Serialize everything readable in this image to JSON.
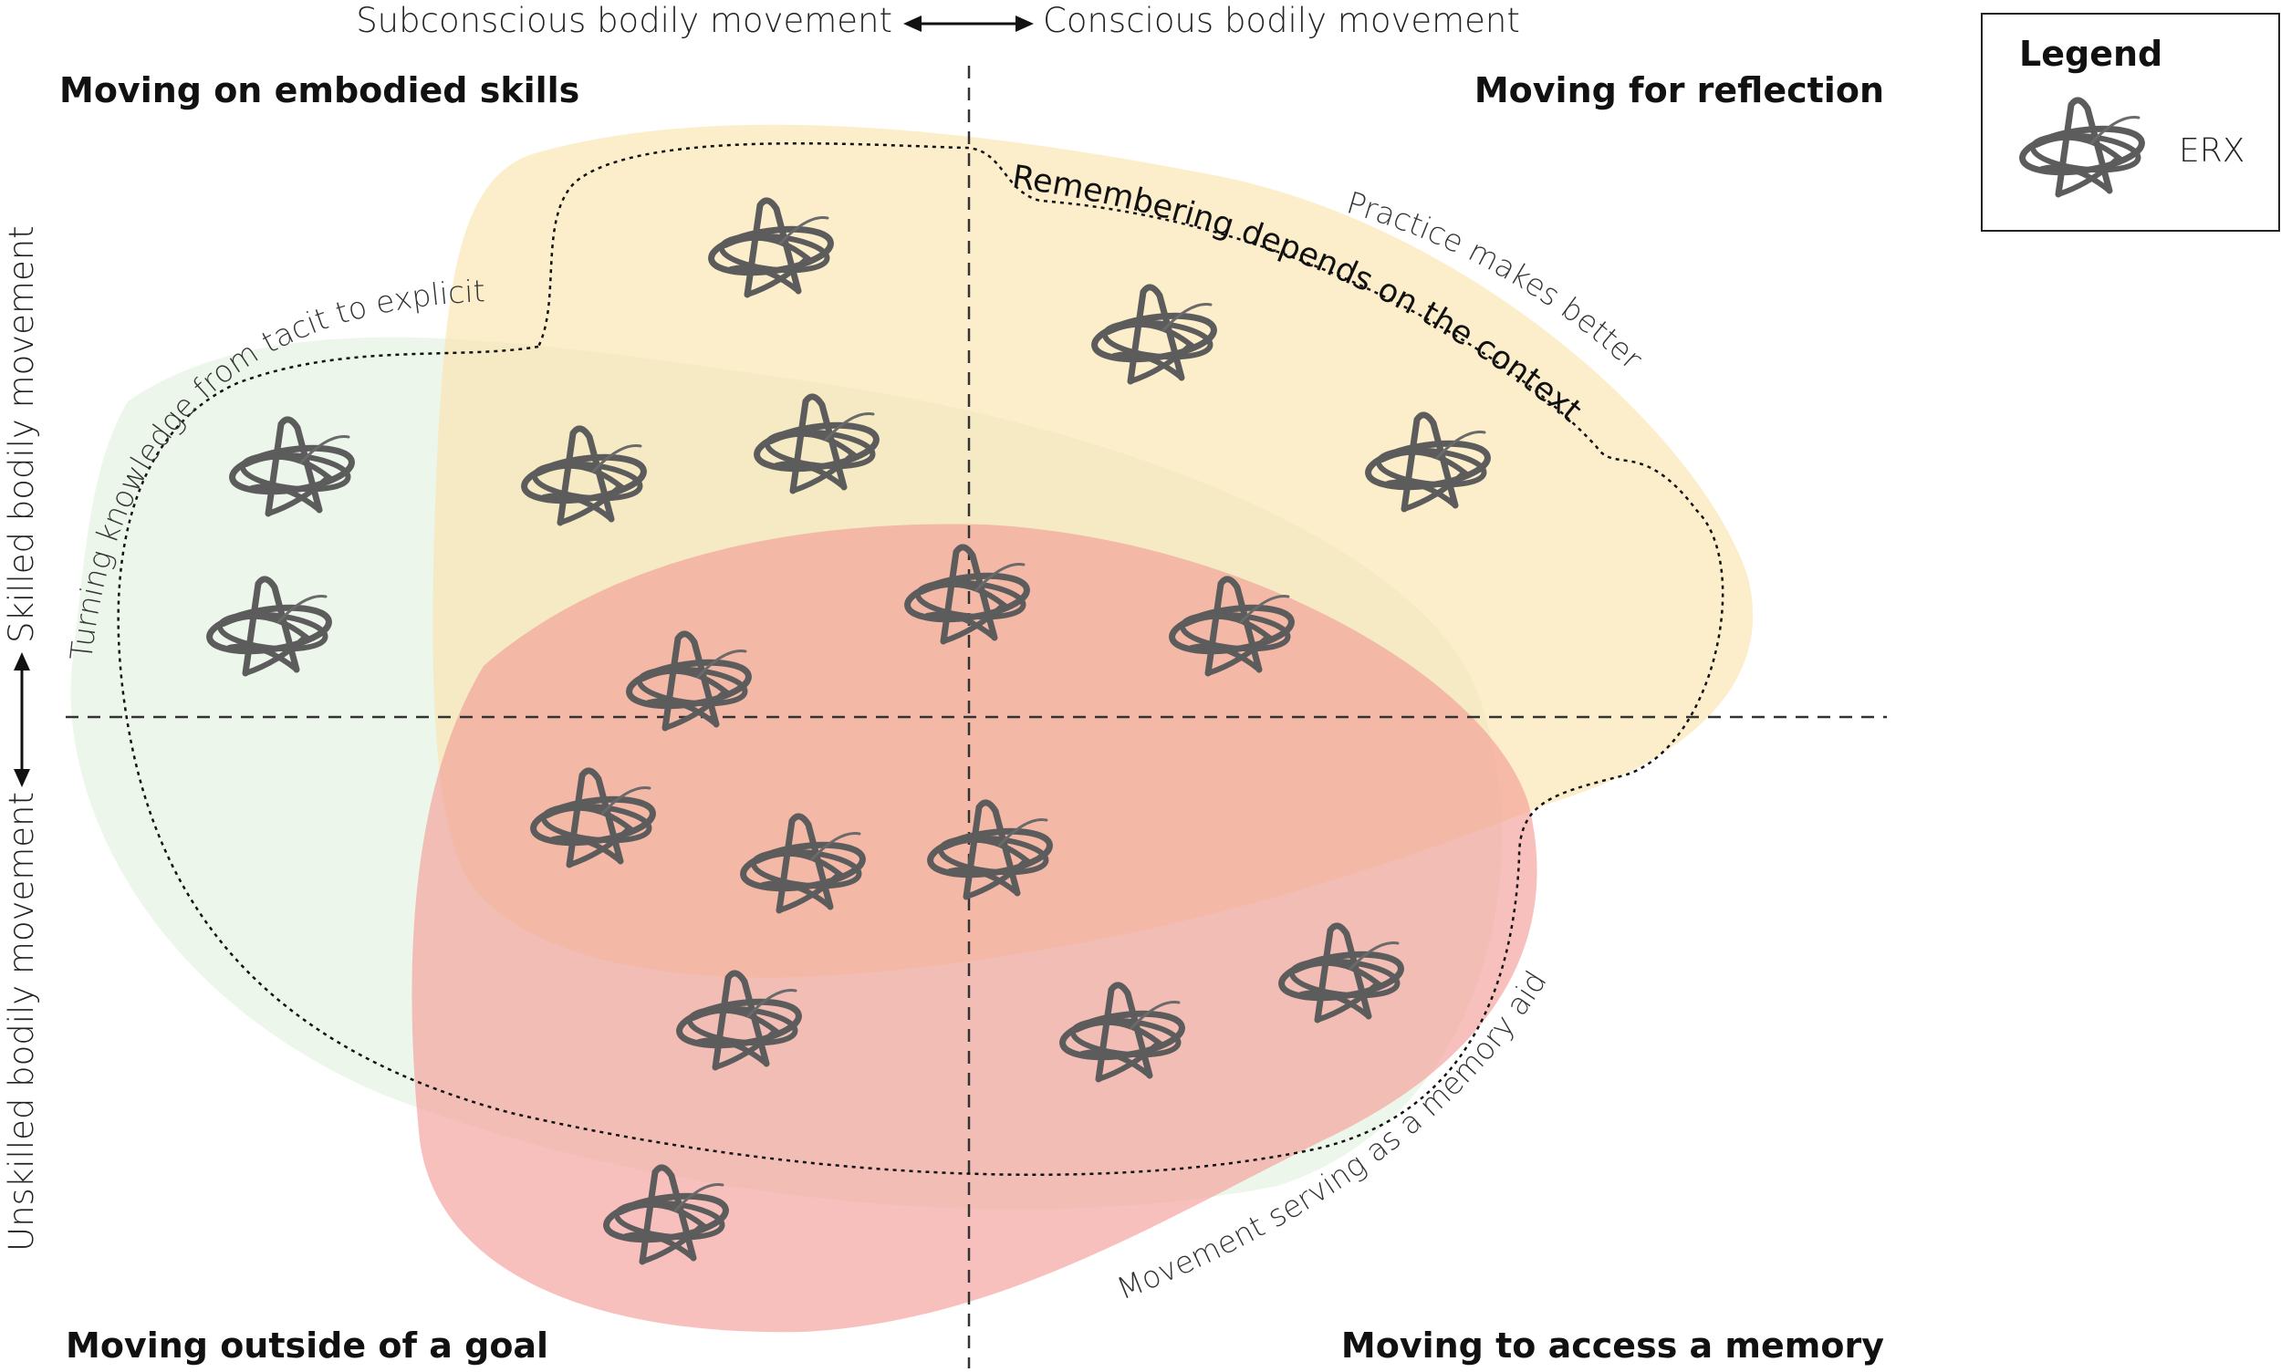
{
  "quadrants": {
    "top_left": "Moving on embodied skills",
    "top_right": "Moving for reflection",
    "bottom_left": "Moving outside of a goal",
    "bottom_right": "Moving to access a memory"
  },
  "axes": {
    "horizontal_left": "Subconscious bodily movement",
    "horizontal_right": "Conscious bodily movement",
    "vertical_top": "Skilled bodily movement",
    "vertical_bottom": "Unskilled bodily movement"
  },
  "regions": {
    "green": {
      "color": "#dcefd9"
    },
    "yellow": {
      "color": "#fbe3a8"
    },
    "red": {
      "color": "#f39a94"
    }
  },
  "curve_labels": {
    "tacit": "Turning knowledge from tacit to explicit",
    "remembering": "Remembering depends on the context",
    "practice": "Practice makes better",
    "memory_aid": "Movement serving as a memory aid"
  },
  "legend": {
    "title": "Legend",
    "item_label": "ERX",
    "icon": "erx-knot-icon"
  },
  "marker_count_note": "",
  "markers_icon": "erx-knot-icon"
}
